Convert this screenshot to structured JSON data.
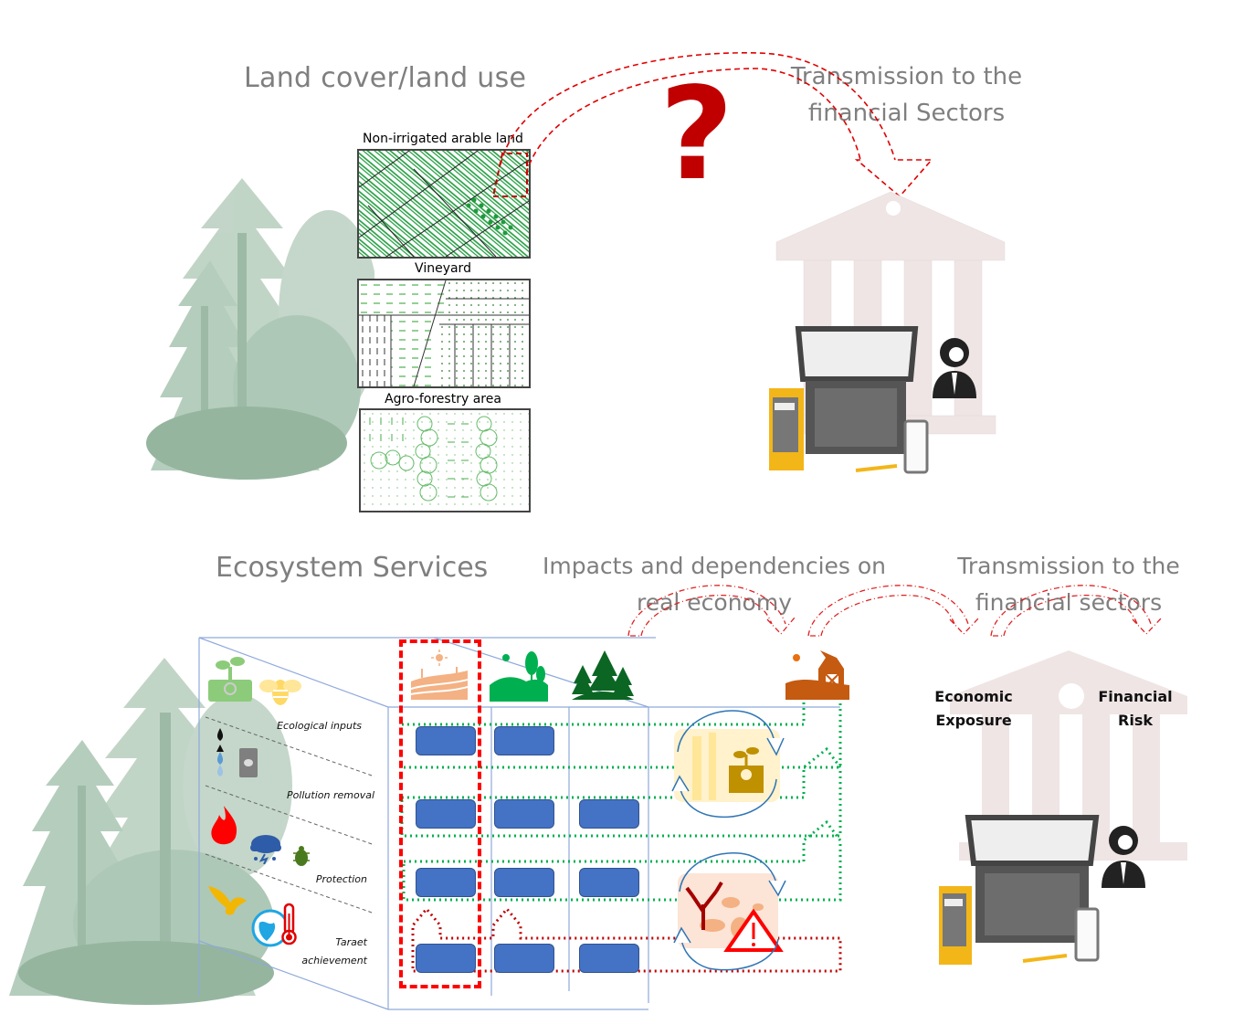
{
  "top_section": {
    "title": "Land cover/land use",
    "question_mark": "?",
    "transmission_title": "Transmission to the financial Sectors",
    "land_panels": [
      {
        "label": "Non-irrigated arable land",
        "pattern": "diagonal-crop-strips"
      },
      {
        "label": "Vineyard",
        "pattern": "vine-rows"
      },
      {
        "label": "Agro-forestry area",
        "pattern": "tree-hedgerows"
      }
    ],
    "illustrations": [
      "forest-icon",
      "bank-building-icon",
      "laptop-icon",
      "analyst-person-icon",
      "phone-icon",
      "pencil-icon",
      "folder-icon"
    ]
  },
  "bottom_section": {
    "title": "Ecosystem Services",
    "impacts_title": "Impacts and dependencies on real economy",
    "transmission_title": "Transmission to the financial sectors",
    "service_rows": [
      {
        "label": "Ecological inputs",
        "icons": [
          "plant-soil-icon",
          "bee-icon"
        ]
      },
      {
        "label": "Pollution removal",
        "icons": [
          "water-drops-icon",
          "fertilizer-bag-icon"
        ]
      },
      {
        "label": "Protection",
        "icons": [
          "fire-icon",
          "storm-cloud-icon",
          "beetle-icon"
        ]
      },
      {
        "label": "Taraet achievement",
        "icons": [
          "eagle-icon",
          "globe-thermometer-icon"
        ]
      }
    ],
    "land_columns": [
      {
        "name": "cropland",
        "icon": "farmland-sun-icon",
        "color": "#f4b183"
      },
      {
        "name": "grassland",
        "icon": "hills-trees-icon",
        "color": "#00b050"
      },
      {
        "name": "forest",
        "icon": "conifer-trees-icon",
        "color": "#006400"
      }
    ],
    "matrix": [
      [
        true,
        true,
        false
      ],
      [
        true,
        true,
        true
      ],
      [
        true,
        true,
        true
      ],
      [
        true,
        true,
        true
      ]
    ],
    "economy_icon": "barn-farm-icon",
    "cycle_icons": [
      "crop-growth-cycle-icon",
      "degradation-warning-cycle-icon"
    ],
    "bank_labels": {
      "left_line1": "Economic",
      "left_line2": "Exposure",
      "right_line1": "Financial",
      "right_line2": "Risk"
    }
  },
  "colors": {
    "title_gray": "#7f7f7f",
    "arrow_red": "#e00000",
    "question_red": "#c00000",
    "box_blue": "#4472c4",
    "dotted_green": "#00b050",
    "dotted_darkred": "#c00000",
    "forest_green": "#5f9572"
  }
}
